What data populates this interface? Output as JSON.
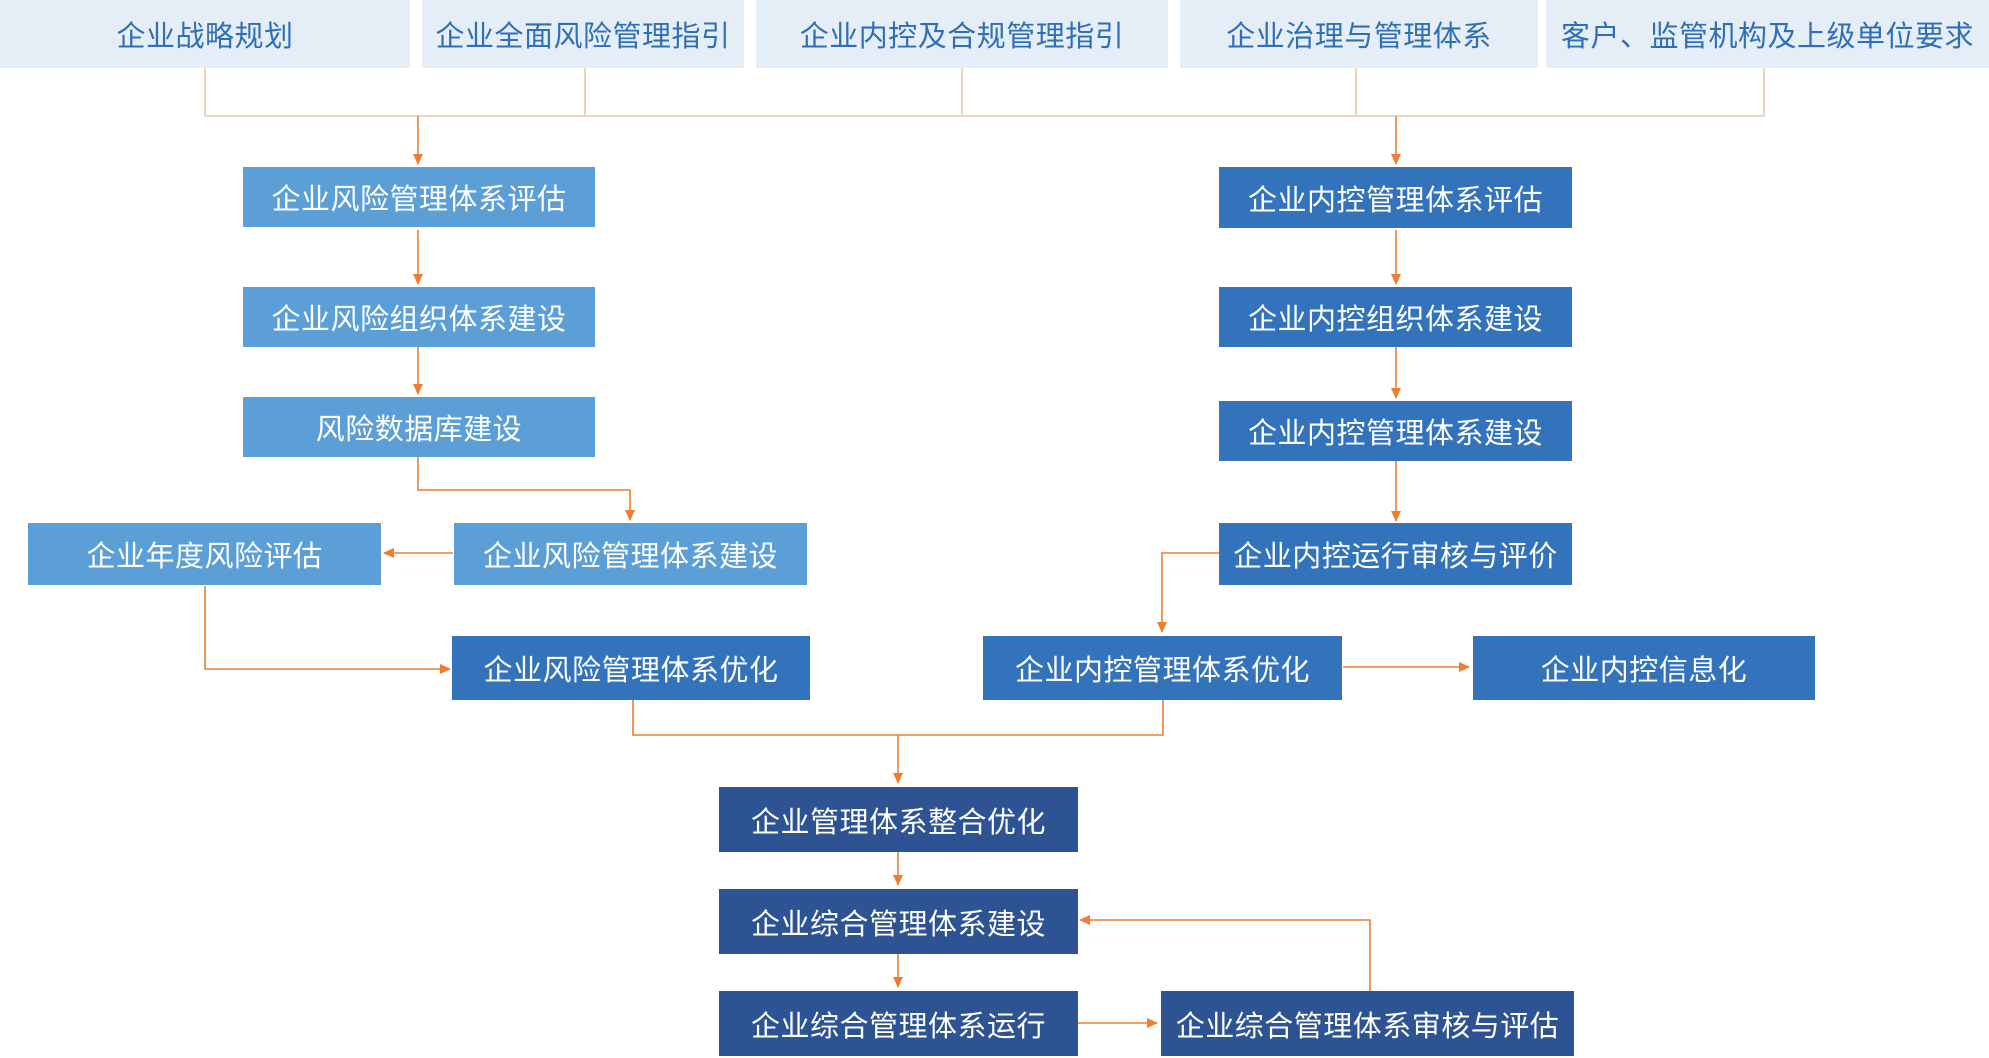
{
  "diagram": {
    "sources": [
      "企业战略规划",
      "企业全面风险管理指引",
      "企业内控及合规管理指引",
      "企业治理与管理体系",
      "客户、监管机构及上级单位要求"
    ],
    "risk_branch": {
      "assessment": "企业风险管理体系评估",
      "organization": "企业风险组织体系建设",
      "database": "风险数据库建设",
      "system_build": "企业风险管理体系建设",
      "annual_assessment": "企业年度风险评估",
      "optimization": "企业风险管理体系优化"
    },
    "control_branch": {
      "assessment": "企业内控管理体系评估",
      "organization": "企业内控组织体系建设",
      "system_build": "企业内控管理体系建设",
      "audit_evaluation": "企业内控运行审核与评价",
      "optimization": "企业内控管理体系优化",
      "informatization": "企业内控信息化"
    },
    "integrated": {
      "integration": "企业管理体系整合优化",
      "build": "企业综合管理体系建设",
      "operation": "企业综合管理体系运行",
      "audit": "企业综合管理体系审核与评估"
    }
  }
}
